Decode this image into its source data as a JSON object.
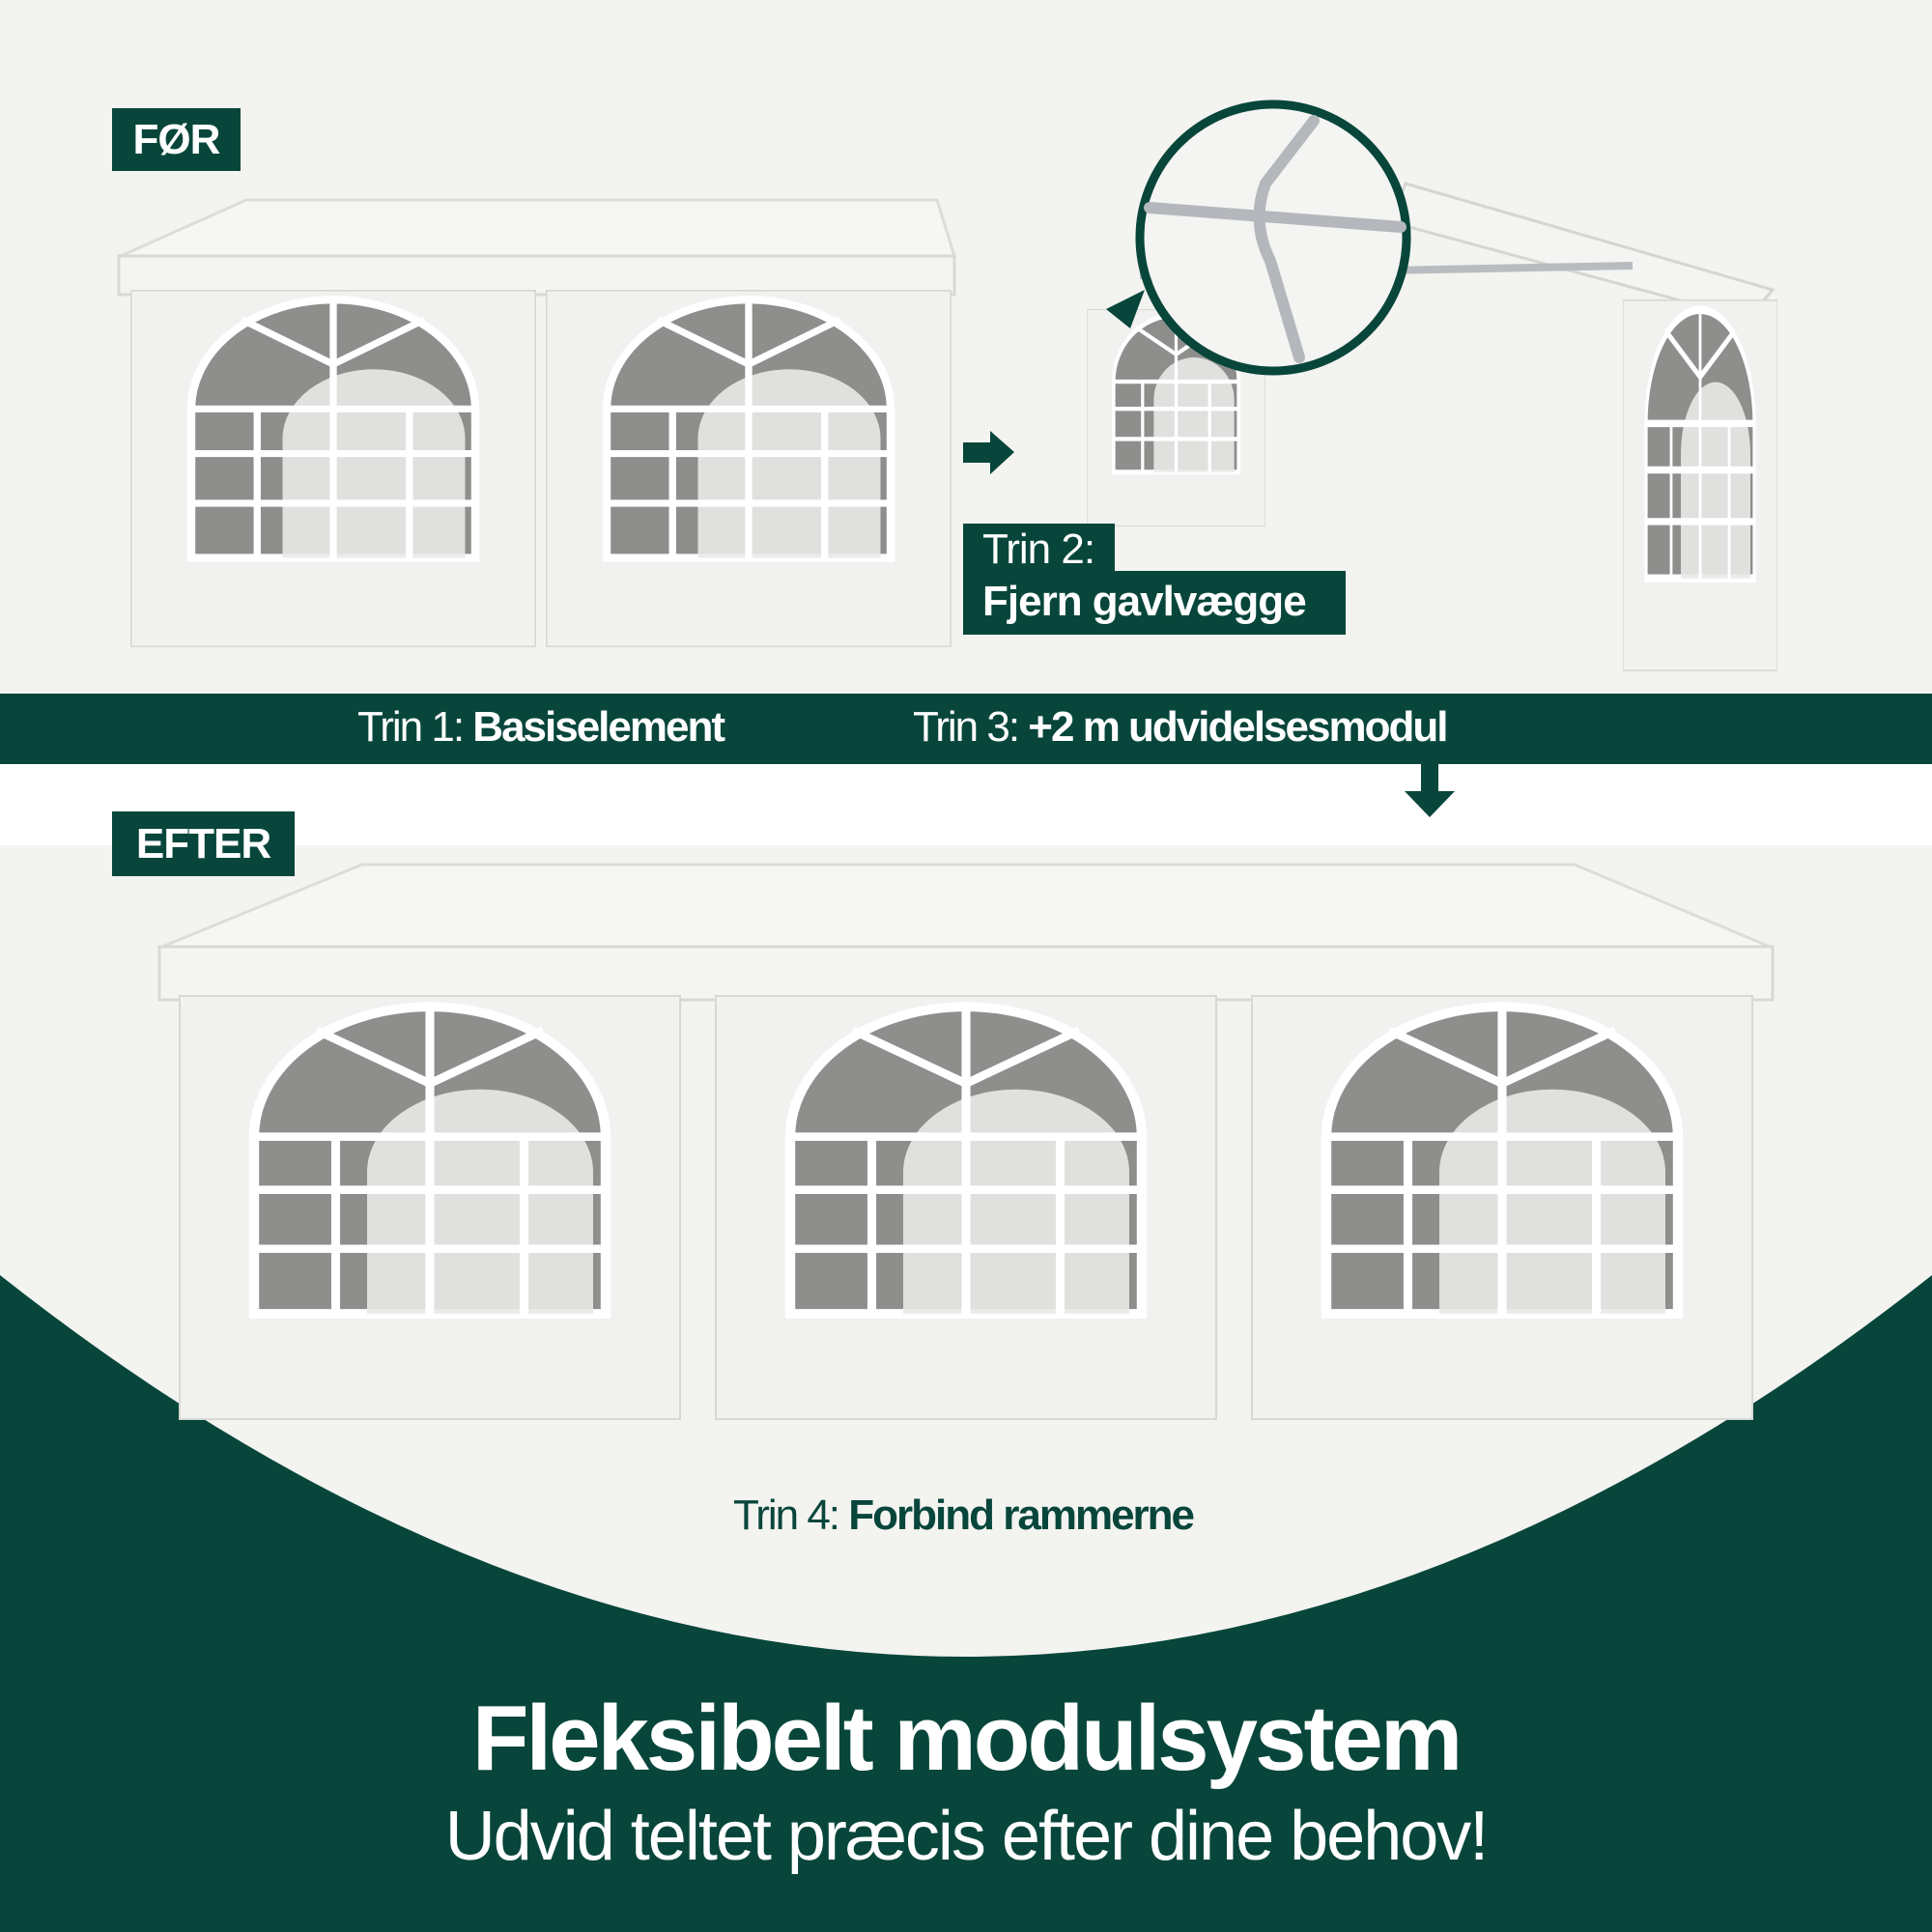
{
  "labels": {
    "before": "FØR",
    "after": "EFTER"
  },
  "steps": {
    "step1_prefix": "Trin 1:",
    "step1_text": "Basiselement",
    "step2_prefix": "Trin 2:",
    "step2_text": "Fjern gavlvægge",
    "step3_prefix": "Trin 3:",
    "step3_text": "+2 m udvidelsesmodul",
    "step4_prefix": "Trin 4:",
    "step4_text": "Forbind rammerne"
  },
  "headline": "Fleksibelt modulsystem",
  "subheadline": "Udvid teltet præcis efter dine behov!",
  "colors": {
    "brand": "#08463b",
    "background": "#f3f3f0"
  }
}
